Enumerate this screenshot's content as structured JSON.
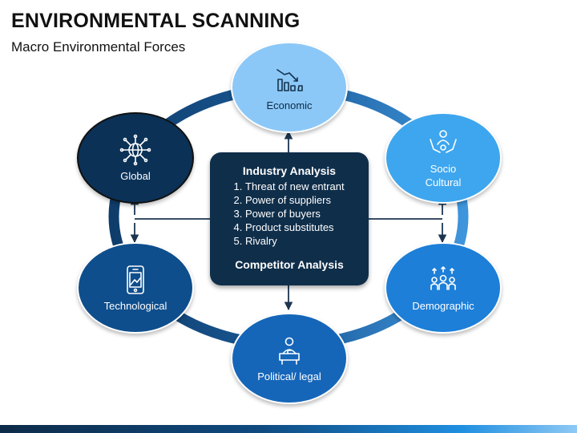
{
  "header": {
    "title": "ENVIRONMENTAL SCANNING",
    "subtitle": "Macro Environmental Forces"
  },
  "colors": {
    "economic": "#8cc8f7",
    "socio_cultural": "#3ea6ee",
    "demographic": "#1d7fd8",
    "political_legal": "#1566b9",
    "technological": "#0f4e8c",
    "global": "#0b3157",
    "center_box": "#0f2e4a",
    "ring": "#1a4f86"
  },
  "nodes": [
    {
      "id": "economic",
      "label": "Economic",
      "icon": "declining-chart-icon"
    },
    {
      "id": "socio-cultural",
      "label": "Socio\nCultural",
      "icon": "people-hands-icon"
    },
    {
      "id": "demographic",
      "label": "Demographic",
      "icon": "population-icon"
    },
    {
      "id": "political-legal",
      "label": "Political/ legal",
      "icon": "speaker-podium-icon"
    },
    {
      "id": "technological",
      "label": "Technological",
      "icon": "tablet-icon"
    },
    {
      "id": "global",
      "label": "Global",
      "icon": "globe-network-icon"
    }
  ],
  "center": {
    "heading": "Industry Analysis",
    "items": [
      "Threat of new entrant",
      "Power of suppliers",
      "Power of buyers",
      "Product substitutes",
      "Rivalry"
    ],
    "footer": "Competitor Analysis"
  }
}
